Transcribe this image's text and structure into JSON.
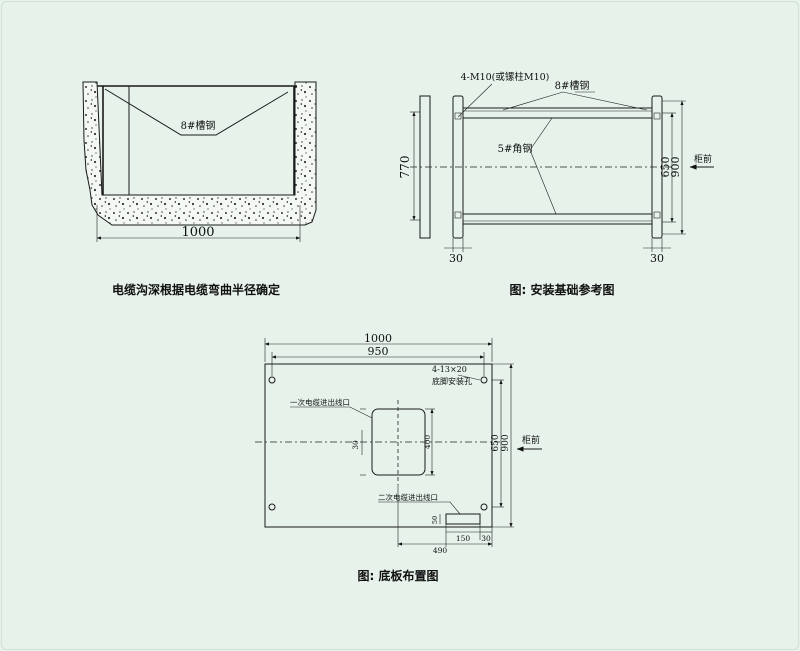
{
  "trench": {
    "label_channel": "8#槽钢",
    "dim_width": "1000",
    "caption": "电缆沟深根据电缆弯曲半径确定"
  },
  "foundation": {
    "label_bolts": "4-M10(或镙柱M10)",
    "label_channel": "8#槽钢",
    "label_angle": "5#角钢",
    "dim_770": "770",
    "dim_650": "650",
    "dim_900": "900",
    "dim_30_left": "30",
    "dim_30_right": "30",
    "label_front": "柜前",
    "caption": "图:  安装基础参考图"
  },
  "baseplate": {
    "dim_1000": "1000",
    "dim_950": "950",
    "label_holes_1": "4-13×20",
    "label_holes_2": "底脚安装孔",
    "label_primary": "一次电缆进出线口",
    "label_secondary": "二次电缆进出线口",
    "dim_30": "30",
    "dim_400": "400",
    "dim_650": "650",
    "dim_900": "900",
    "dim_50": "50",
    "dim_150": "150",
    "dim_30_b": "30",
    "dim_490": "490",
    "label_front": "柜前",
    "caption": "图:  底板布置图"
  }
}
